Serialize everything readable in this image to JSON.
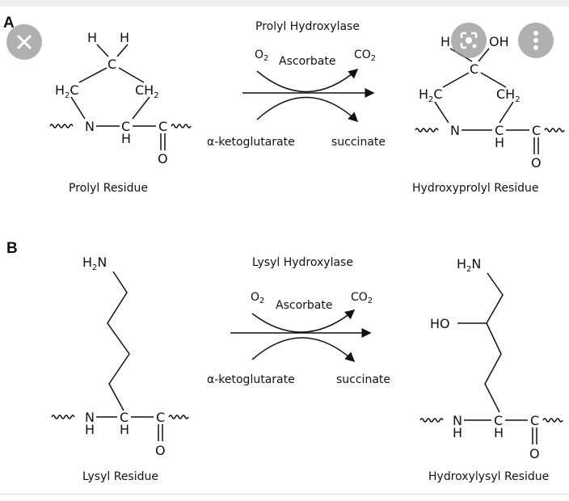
{
  "panels": {
    "a": {
      "label": "A",
      "enzyme": "Prolyl Hydroxylase",
      "cofactor_o2": "O",
      "cofactor_o2_sub": "2",
      "cofactor_ascorbate": "Ascorbate",
      "product_co2": "CO",
      "product_co2_sub": "2",
      "substrate_akg": "α-ketoglutarate",
      "product_succinate": "succinate",
      "left_name": "Prolyl Residue",
      "right_name": "Hydroxyprolyl Residue"
    },
    "b": {
      "label": "B",
      "enzyme": "Lysyl Hydroxylase",
      "cofactor_o2": "O",
      "cofactor_o2_sub": "2",
      "cofactor_ascorbate": "Ascorbate",
      "product_co2": "CO",
      "product_co2_sub": "2",
      "substrate_akg": "α-ketoglutarate",
      "product_succinate": "succinate",
      "left_name": "Lysyl Residue",
      "right_name": "Hydroxylysyl Residue"
    }
  },
  "atoms": {
    "H": "H",
    "C": "C",
    "N": "N",
    "O": "O",
    "OH": "OH",
    "HO": "HO",
    "H2C": "H",
    "H2C_sub": "2",
    "H2C_c": "C",
    "CH2": "CH",
    "CH2_sub": "2",
    "H2N": "H",
    "H2N_sub": "2",
    "H2N_n": "N"
  },
  "overlay": {
    "close_icon": "close-icon",
    "lens_icon": "lens-icon",
    "more_icon": "more-icon"
  }
}
